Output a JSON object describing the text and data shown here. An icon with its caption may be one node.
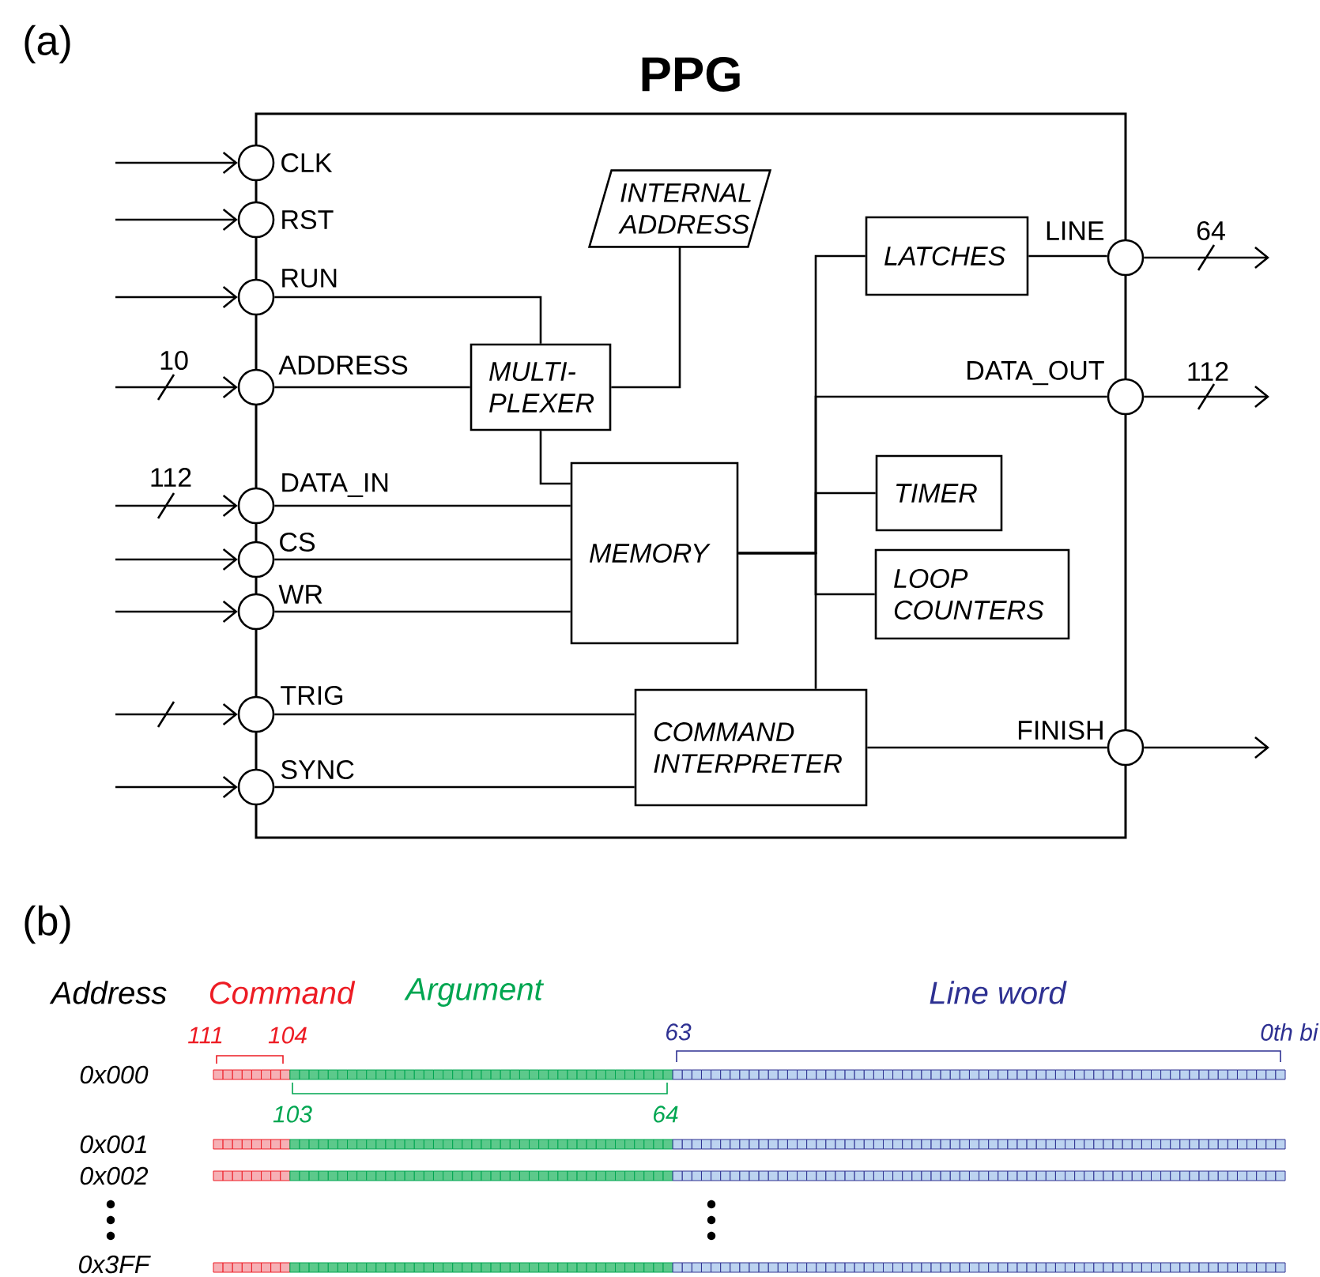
{
  "diagram": {
    "nodes": [
      {
        "text": [
          "PPG"
        ]
      },
      {
        "text": [],
        "shape": "circle",
        "beside": [
          "CLK"
        ]
      },
      {
        "text": [],
        "shape": "circle",
        "beside": [
          "RST"
        ]
      },
      {
        "text": [],
        "shape": "circle",
        "beside": [
          "RUN"
        ]
      },
      {
        "text": [],
        "shape": "circle",
        "beside": [
          "ADDRESS"
        ]
      },
      {
        "text": [],
        "shape": "circle",
        "beside": [
          "DATA_IN"
        ]
      },
      {
        "text": [],
        "shape": "circle",
        "beside": [
          "CS"
        ]
      },
      {
        "text": [],
        "shape": "circle",
        "beside": [
          "WR"
        ]
      },
      {
        "text": [],
        "shape": "circle",
        "beside": [
          "TRIG"
        ]
      },
      {
        "text": [],
        "shape": "circle",
        "beside": [
          "SYNC"
        ]
      },
      {
        "text": [
          "INTERNAL ADDRESS"
        ],
        "in": 0
      },
      {
        "text": [
          "MULTI-PLEXER"
        ],
        "in": 0
      },
      {
        "text": [
          "LATCHES"
        ],
        "in": 0
      },
      {
        "text": [
          "MEMORY"
        ],
        "in": 0
      },
      {
        "text": [
          "TIMER"
        ],
        "in": 0
      },
      {
        "text": [
          "LOOP COUNTERS"
        ],
        "in": 0
      },
      {
        "text": [
          "COMMAND INTERPRETER"
        ],
        "in": 0
      },
      {
        "text": [],
        "shape": "circle",
        "beside": [
          "LINE"
        ]
      },
      {
        "text": [],
        "shape": "circle",
        "beside": [
          "DATA_OUT"
        ]
      },
      {
        "text": [],
        "shape": "circle",
        "beside": [
          "FINISH"
        ]
      }
    ],
    "edges": [
      {
        "from": null,
        "to": 1,
        "arrow": "to"
      },
      {
        "from": null,
        "to": 2,
        "arrow": "to"
      },
      {
        "from": null,
        "to": 3,
        "arrow": "to"
      },
      {
        "from": null,
        "to": 4,
        "arrow": "to",
        "label": "10"
      },
      {
        "from": null,
        "to": 5,
        "arrow": "to",
        "label": "112"
      },
      {
        "from": null,
        "to": 6,
        "arrow": "to"
      },
      {
        "from": null,
        "to": 7,
        "arrow": "to"
      },
      {
        "from": null,
        "to": 8,
        "arrow": "to"
      },
      {
        "from": null,
        "to": 9,
        "arrow": "to"
      },
      {
        "from": 3,
        "to": 11,
        "arrow": "none"
      },
      {
        "from": 4,
        "to": 11,
        "arrow": "none"
      },
      {
        "from": 10,
        "to": 11,
        "arrow": "none"
      },
      {
        "from": 11,
        "to": 13,
        "arrow": "none"
      },
      {
        "from": 5,
        "to": 13,
        "arrow": "none"
      },
      {
        "from": 6,
        "to": 13,
        "arrow": "none"
      },
      {
        "from": 7,
        "to": 13,
        "arrow": "none"
      },
      {
        "from": 8,
        "to": 16,
        "arrow": "none"
      },
      {
        "from": 9,
        "to": 16,
        "arrow": "none"
      },
      {
        "from": 13,
        "to": 12,
        "arrow": "none"
      },
      {
        "from": 13,
        "to": 18,
        "arrow": "none"
      },
      {
        "from": 13,
        "to": 14,
        "arrow": "none"
      },
      {
        "from": 13,
        "to": 15,
        "arrow": "none"
      },
      {
        "from": 13,
        "to": 16,
        "arrow": "none"
      },
      {
        "from": 12,
        "to": 17,
        "arrow": "none"
      },
      {
        "from": 16,
        "to": 19,
        "arrow": "none"
      },
      {
        "from": 17,
        "to": null,
        "arrow": "to",
        "label": "64"
      },
      {
        "from": 18,
        "to": null,
        "arrow": "to",
        "label": "112"
      },
      {
        "from": 19,
        "to": null,
        "arrow": "to"
      }
    ],
    "labels": [
      "(a)",
      "(b)",
      "Address",
      "Command",
      "Argument",
      "Line word",
      "111",
      "104",
      "63",
      "0th bi",
      "0x000",
      "103",
      "64",
      "0x001",
      "0x002",
      "0x3FF"
    ]
  }
}
